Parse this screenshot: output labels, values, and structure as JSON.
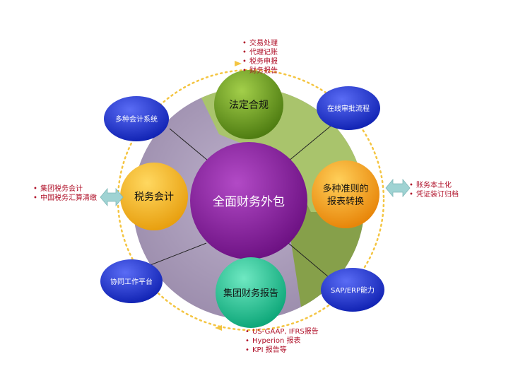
{
  "colors": {
    "disk": "#a79ab8",
    "green_zone": "#a9c46c",
    "olive_zone": "#86a04a",
    "center": "#7d1a94",
    "compliance": "#6e9c24",
    "multi_standard": "#f0a21a",
    "tax_accounting": "#f0b21a",
    "group_report": "#1ec99a",
    "satellite": "#1a2fd0",
    "bullet_text": "#b0122a",
    "orbit": "#f4c542",
    "arrow": "#9fd3d3"
  },
  "center": {
    "label": "全面财务外包"
  },
  "nodes": {
    "compliance": {
      "label": "法定合规"
    },
    "multi_standard": {
      "line1": "多种准则的",
      "line2": "报表转换"
    },
    "tax_accounting": {
      "label": "税务会计"
    },
    "group_report": {
      "label": "集团财务报告"
    }
  },
  "satellites": {
    "accounting_systems": {
      "label": "多种会计系统"
    },
    "online_approval": {
      "label": "在线审批流程"
    },
    "collab_platform": {
      "label": "协同工作平台"
    },
    "sap_erp": {
      "label": "SAP/ERP能力"
    }
  },
  "bullet_lists": {
    "top": [
      "交易处理",
      "代理记账",
      "税务申报",
      "财务报告"
    ],
    "left": [
      "集团税务会计",
      "中国税务汇算清缴"
    ],
    "right": [
      "账务本土化",
      "凭证装订归档"
    ],
    "bottom": [
      "US-GAAP, IFRS报告",
      "Hyperion 报表",
      "KPI 报告等"
    ]
  }
}
